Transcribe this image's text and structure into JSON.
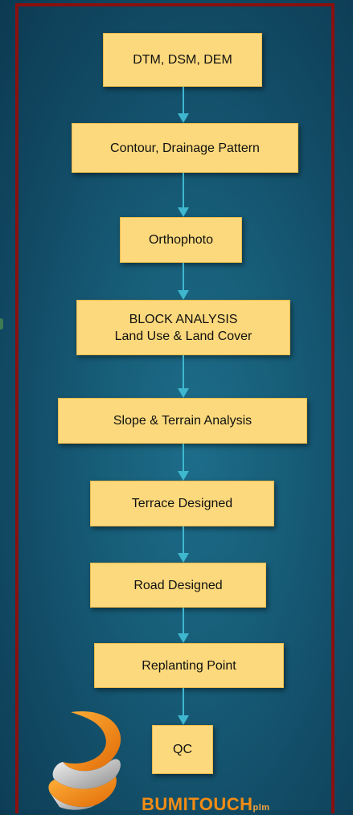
{
  "steps": [
    {
      "label": "DTM, DSM, DEM"
    },
    {
      "label": "Contour, Drainage Pattern"
    },
    {
      "label": "Orthophoto"
    },
    {
      "label": "BLOCK ANALYSIS",
      "sublabel": "Land Use & Land Cover"
    },
    {
      "label": "Slope & Terrain Analysis"
    },
    {
      "label": "Terrace Designed"
    },
    {
      "label": "Road Designed"
    },
    {
      "label": "Replanting Point"
    },
    {
      "label": "QC"
    }
  ],
  "logo": {
    "name": "BUMITOUCH",
    "suffix": "plm"
  },
  "colors": {
    "box_fill": "#fcd97c",
    "arrow": "#3fb7cf",
    "frame": "#8a1010",
    "background": "#175d78",
    "logo_orange": "#f28c14"
  }
}
